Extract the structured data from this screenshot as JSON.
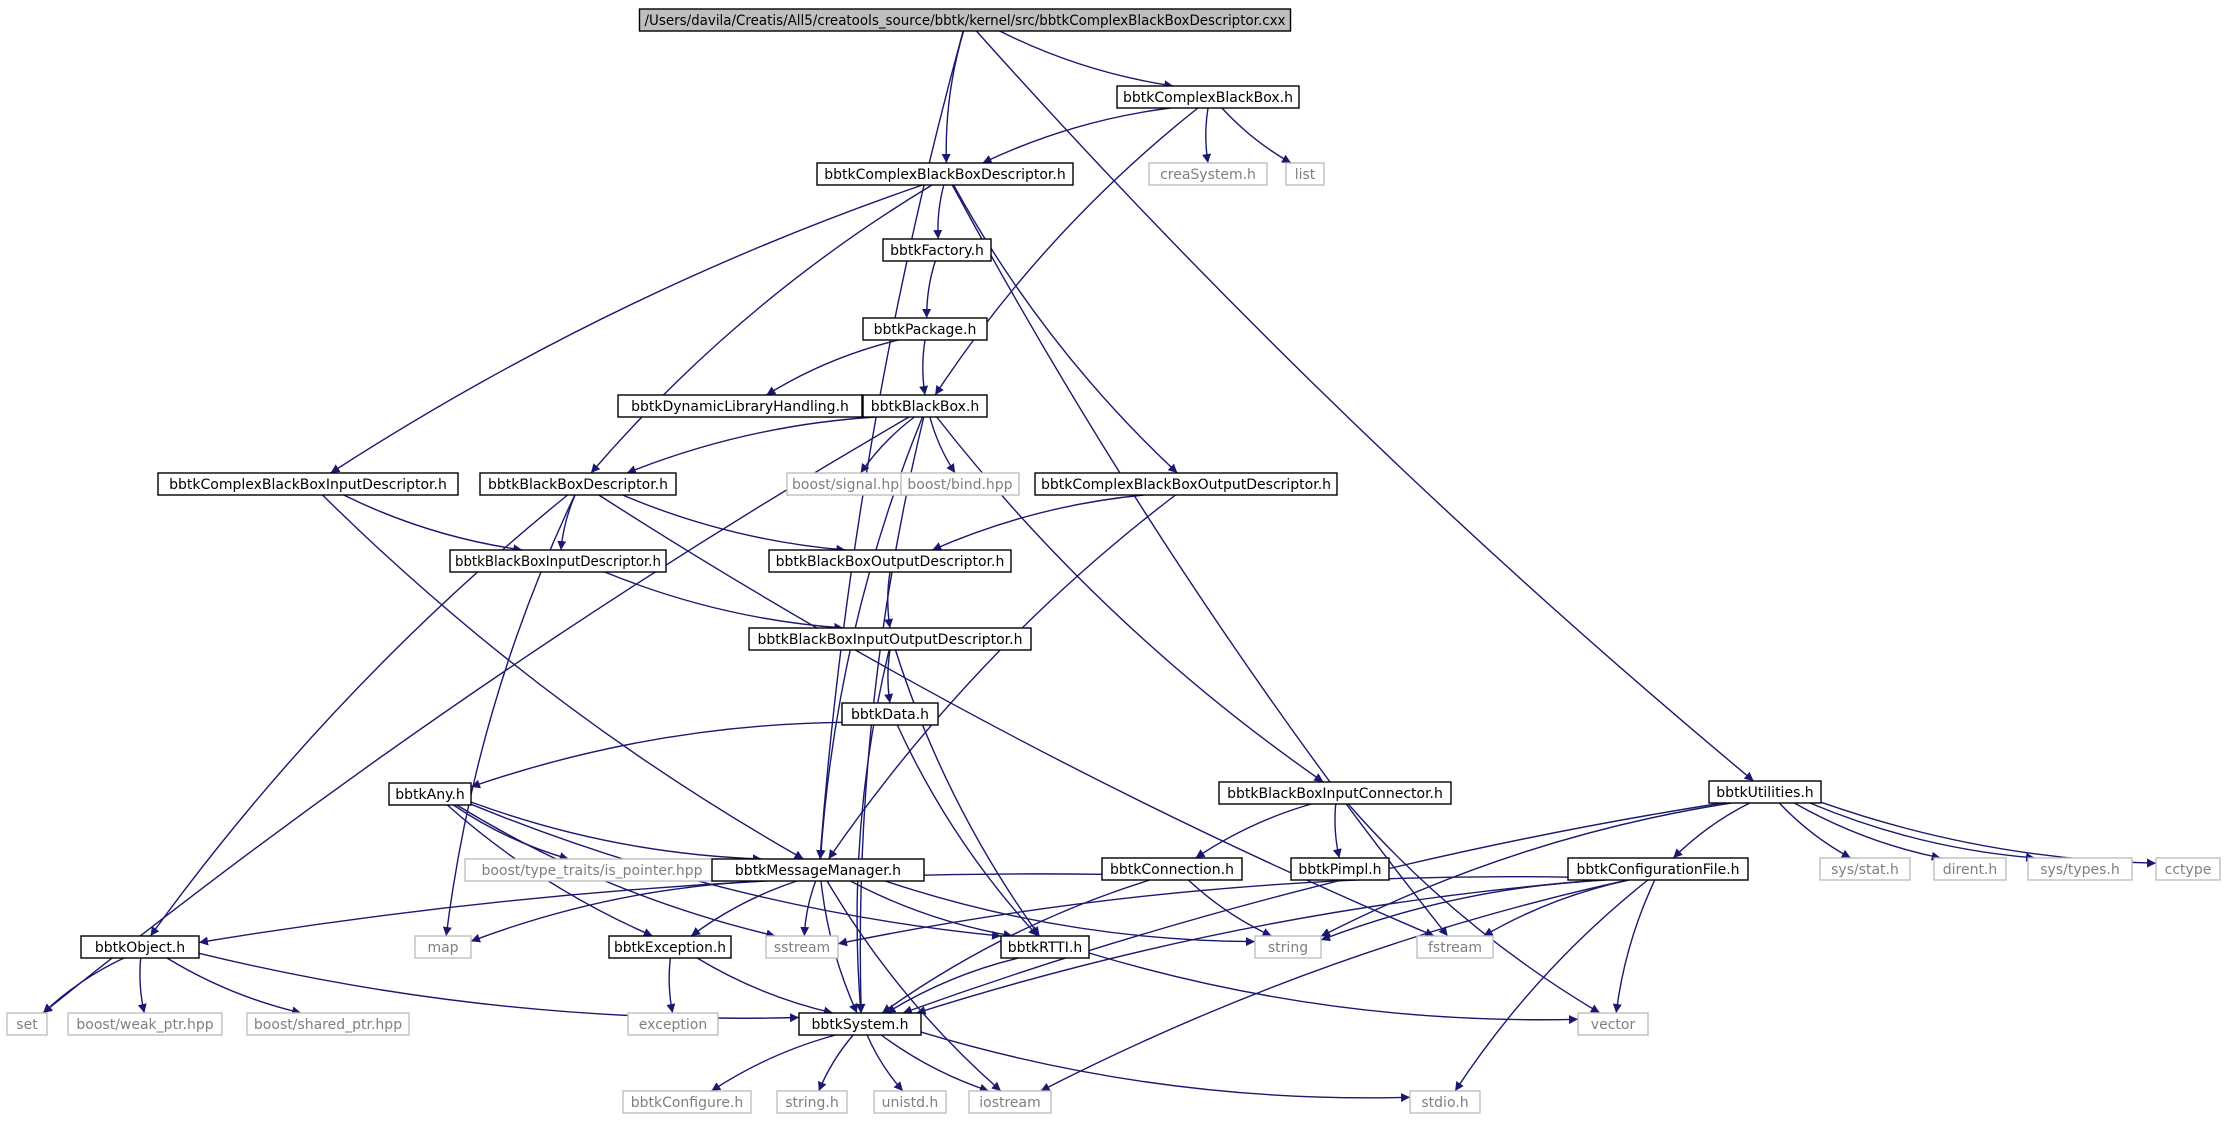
{
  "diagram": {
    "nodes": [
      {
        "id": "root",
        "label": "/Users/davila/Creatis/All5/creatools_source/bbtk/kernel/src/bbtkComplexBlackBoxDescriptor.cxx",
        "kind": "root"
      },
      {
        "id": "cbb",
        "label": "bbtkComplexBlackBox.h",
        "kind": "internal"
      },
      {
        "id": "cbbd",
        "label": "bbtkComplexBlackBoxDescriptor.h",
        "kind": "internal"
      },
      {
        "id": "creasys",
        "label": "creaSystem.h",
        "kind": "external"
      },
      {
        "id": "list",
        "label": "list",
        "kind": "external"
      },
      {
        "id": "factory",
        "label": "bbtkFactory.h",
        "kind": "internal"
      },
      {
        "id": "package",
        "label": "bbtkPackage.h",
        "kind": "internal"
      },
      {
        "id": "dynlib",
        "label": "bbtkDynamicLibraryHandling.h",
        "kind": "internal"
      },
      {
        "id": "bb",
        "label": "bbtkBlackBox.h",
        "kind": "internal"
      },
      {
        "id": "cbbid",
        "label": "bbtkComplexBlackBoxInputDescriptor.h",
        "kind": "internal"
      },
      {
        "id": "bbd",
        "label": "bbtkBlackBoxDescriptor.h",
        "kind": "internal"
      },
      {
        "id": "signal",
        "label": "boost/signal.hpp",
        "kind": "external"
      },
      {
        "id": "bind",
        "label": "boost/bind.hpp",
        "kind": "external"
      },
      {
        "id": "cbbod",
        "label": "bbtkComplexBlackBoxOutputDescriptor.h",
        "kind": "internal"
      },
      {
        "id": "bbid",
        "label": "bbtkBlackBoxInputDescriptor.h",
        "kind": "internal"
      },
      {
        "id": "bbod",
        "label": "bbtkBlackBoxOutputDescriptor.h",
        "kind": "internal"
      },
      {
        "id": "bbiod",
        "label": "bbtkBlackBoxInputOutputDescriptor.h",
        "kind": "internal"
      },
      {
        "id": "data",
        "label": "bbtkData.h",
        "kind": "internal"
      },
      {
        "id": "any",
        "label": "bbtkAny.h",
        "kind": "internal"
      },
      {
        "id": "bbic",
        "label": "bbtkBlackBoxInputConnector.h",
        "kind": "internal"
      },
      {
        "id": "utilities",
        "label": "bbtkUtilities.h",
        "kind": "internal"
      },
      {
        "id": "ispointer",
        "label": "boost/type_traits/is_pointer.hpp",
        "kind": "external"
      },
      {
        "id": "msgmgr",
        "label": "bbtkMessageManager.h",
        "kind": "internal"
      },
      {
        "id": "connection",
        "label": "bbtkConnection.h",
        "kind": "internal"
      },
      {
        "id": "pimpl",
        "label": "bbtkPimpl.h",
        "kind": "internal"
      },
      {
        "id": "config",
        "label": "bbtkConfigurationFile.h",
        "kind": "internal"
      },
      {
        "id": "sysstat",
        "label": "sys/stat.h",
        "kind": "external"
      },
      {
        "id": "dirent",
        "label": "dirent.h",
        "kind": "external"
      },
      {
        "id": "systypes",
        "label": "sys/types.h",
        "kind": "external"
      },
      {
        "id": "cctype",
        "label": "cctype",
        "kind": "external"
      },
      {
        "id": "object",
        "label": "bbtkObject.h",
        "kind": "internal"
      },
      {
        "id": "map",
        "label": "map",
        "kind": "external"
      },
      {
        "id": "exception",
        "label": "bbtkException.h",
        "kind": "internal"
      },
      {
        "id": "sstream",
        "label": "sstream",
        "kind": "external"
      },
      {
        "id": "rtti",
        "label": "bbtkRTTI.h",
        "kind": "internal"
      },
      {
        "id": "string",
        "label": "string",
        "kind": "external"
      },
      {
        "id": "fstream",
        "label": "fstream",
        "kind": "external"
      },
      {
        "id": "set",
        "label": "set",
        "kind": "external"
      },
      {
        "id": "weakptr",
        "label": "boost/weak_ptr.hpp",
        "kind": "external"
      },
      {
        "id": "sharedptr",
        "label": "boost/shared_ptr.hpp",
        "kind": "external"
      },
      {
        "id": "stdexc",
        "label": "exception",
        "kind": "external"
      },
      {
        "id": "system",
        "label": "bbtkSystem.h",
        "kind": "internal"
      },
      {
        "id": "vector",
        "label": "vector",
        "kind": "external"
      },
      {
        "id": "configure",
        "label": "bbtkConfigure.h",
        "kind": "external"
      },
      {
        "id": "stringh",
        "label": "string.h",
        "kind": "external"
      },
      {
        "id": "unistd",
        "label": "unistd.h",
        "kind": "external"
      },
      {
        "id": "iostream",
        "label": "iostream",
        "kind": "external"
      },
      {
        "id": "stdio",
        "label": "stdio.h",
        "kind": "external"
      }
    ],
    "edges": [
      [
        "root",
        "cbb"
      ],
      [
        "root",
        "cbbd"
      ],
      [
        "root",
        "msgmgr"
      ],
      [
        "root",
        "utilities"
      ],
      [
        "cbb",
        "cbbd"
      ],
      [
        "cbb",
        "creasys"
      ],
      [
        "cbb",
        "list"
      ],
      [
        "cbb",
        "bb"
      ],
      [
        "cbbd",
        "factory"
      ],
      [
        "cbbd",
        "cbbid"
      ],
      [
        "cbbd",
        "bbd"
      ],
      [
        "cbbd",
        "cbbod"
      ],
      [
        "cbbd",
        "fstream"
      ],
      [
        "factory",
        "package"
      ],
      [
        "package",
        "dynlib"
      ],
      [
        "package",
        "bb"
      ],
      [
        "bb",
        "bbd"
      ],
      [
        "bb",
        "signal"
      ],
      [
        "bb",
        "bind"
      ],
      [
        "bb",
        "msgmgr"
      ],
      [
        "bb",
        "bbic"
      ],
      [
        "bb",
        "set"
      ],
      [
        "bb",
        "system"
      ],
      [
        "cbbid",
        "bbid"
      ],
      [
        "cbbid",
        "msgmgr"
      ],
      [
        "bbd",
        "bbid"
      ],
      [
        "bbd",
        "bbod"
      ],
      [
        "bbd",
        "object"
      ],
      [
        "bbd",
        "map"
      ],
      [
        "bbd",
        "fstream"
      ],
      [
        "cbbod",
        "bbod"
      ],
      [
        "cbbod",
        "msgmgr"
      ],
      [
        "bbid",
        "bbiod"
      ],
      [
        "bbod",
        "bbiod"
      ],
      [
        "bbiod",
        "data"
      ],
      [
        "bbiod",
        "rtti"
      ],
      [
        "bbiod",
        "system"
      ],
      [
        "data",
        "any"
      ],
      [
        "data",
        "rtti"
      ],
      [
        "any",
        "ispointer"
      ],
      [
        "any",
        "msgmgr"
      ],
      [
        "any",
        "rtti"
      ],
      [
        "any",
        "exception"
      ],
      [
        "any",
        "sstream"
      ],
      [
        "bbic",
        "connection"
      ],
      [
        "bbic",
        "pimpl"
      ],
      [
        "bbic",
        "vector"
      ],
      [
        "msgmgr",
        "map"
      ],
      [
        "msgmgr",
        "exception"
      ],
      [
        "msgmgr",
        "sstream"
      ],
      [
        "msgmgr",
        "rtti"
      ],
      [
        "msgmgr",
        "string"
      ],
      [
        "msgmgr",
        "system"
      ],
      [
        "msgmgr",
        "iostream"
      ],
      [
        "connection",
        "object"
      ],
      [
        "connection",
        "string"
      ],
      [
        "connection",
        "system"
      ],
      [
        "utilities",
        "config"
      ],
      [
        "utilities",
        "string"
      ],
      [
        "utilities",
        "sysstat"
      ],
      [
        "utilities",
        "dirent"
      ],
      [
        "utilities",
        "systypes"
      ],
      [
        "utilities",
        "cctype"
      ],
      [
        "utilities",
        "system"
      ],
      [
        "config",
        "sstream"
      ],
      [
        "config",
        "string"
      ],
      [
        "config",
        "fstream"
      ],
      [
        "config",
        "vector"
      ],
      [
        "config",
        "system"
      ],
      [
        "config",
        "iostream"
      ],
      [
        "config",
        "stdio"
      ],
      [
        "object",
        "set"
      ],
      [
        "object",
        "weakptr"
      ],
      [
        "object",
        "sharedptr"
      ],
      [
        "object",
        "system"
      ],
      [
        "exception",
        "stdexc"
      ],
      [
        "exception",
        "system"
      ],
      [
        "rtti",
        "system"
      ],
      [
        "rtti",
        "vector"
      ],
      [
        "system",
        "configure"
      ],
      [
        "system",
        "stringh"
      ],
      [
        "system",
        "unistd"
      ],
      [
        "system",
        "iostream"
      ],
      [
        "system",
        "stdio"
      ]
    ]
  }
}
